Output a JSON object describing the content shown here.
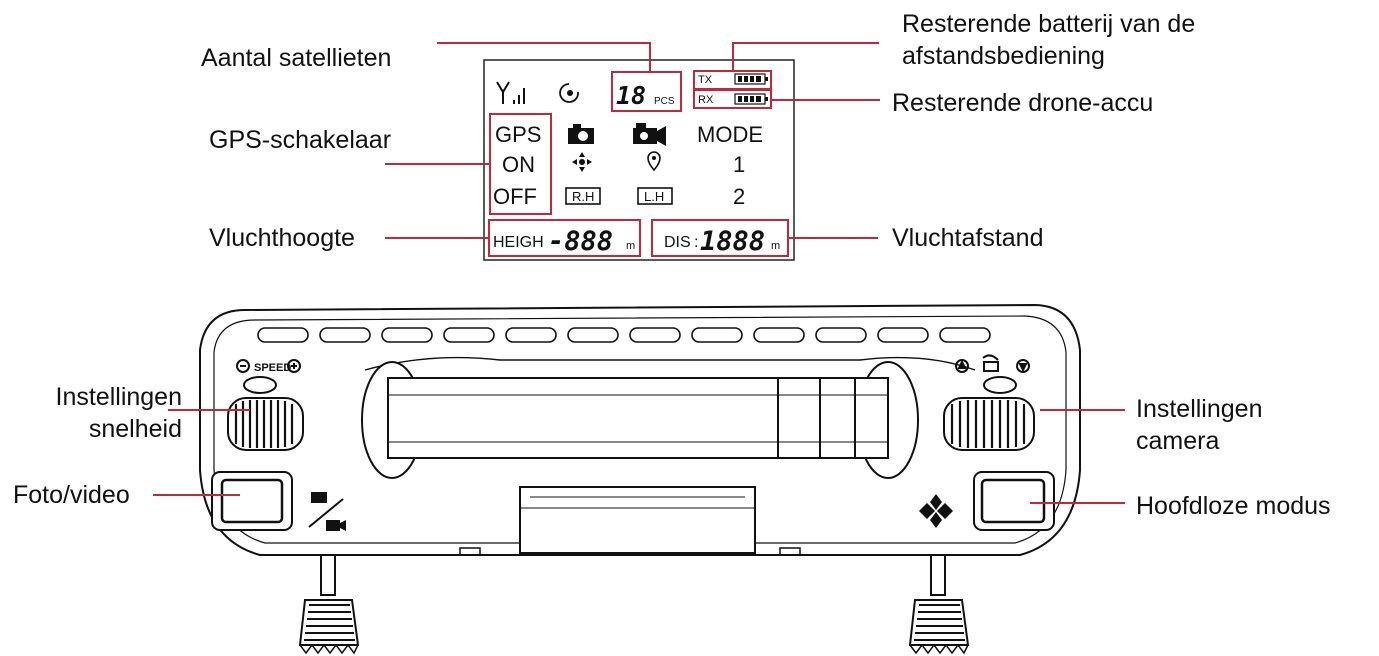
{
  "labels": {
    "satellites": "Aantal satellieten",
    "tx_battery_line1": "Resterende batterij van de",
    "tx_battery_line2": "afstandsbediening",
    "rx_battery": "Resterende drone-accu",
    "gps_switch": "GPS-schakelaar",
    "flight_height": "Vluchthoogte",
    "flight_distance": "Vluchtafstand",
    "speed_line1": "Instellingen",
    "speed_line2": "snelheid",
    "camera_line1": "Instellingen",
    "camera_line2": "camera",
    "photo_video": "Foto/video",
    "headless": "Hoofdloze modus"
  },
  "lcd": {
    "sat_count": "18",
    "sat_unit": "PCS",
    "tx": "TX",
    "rx": "RX",
    "gps": "GPS",
    "on": "ON",
    "off": "OFF",
    "mode": "MODE",
    "mode_1": "1",
    "mode_2": "2",
    "rh": "R.H",
    "lh": "L.H",
    "height_label": "HEIGH",
    "height_value": "-888",
    "height_unit": "m",
    "dis_label": "DIS",
    "dis_value": "1888",
    "dis_unit": "m"
  },
  "controller": {
    "speed_label": "SPEED"
  },
  "colors": {
    "callout": "#c0283c",
    "ink": "#111111"
  }
}
